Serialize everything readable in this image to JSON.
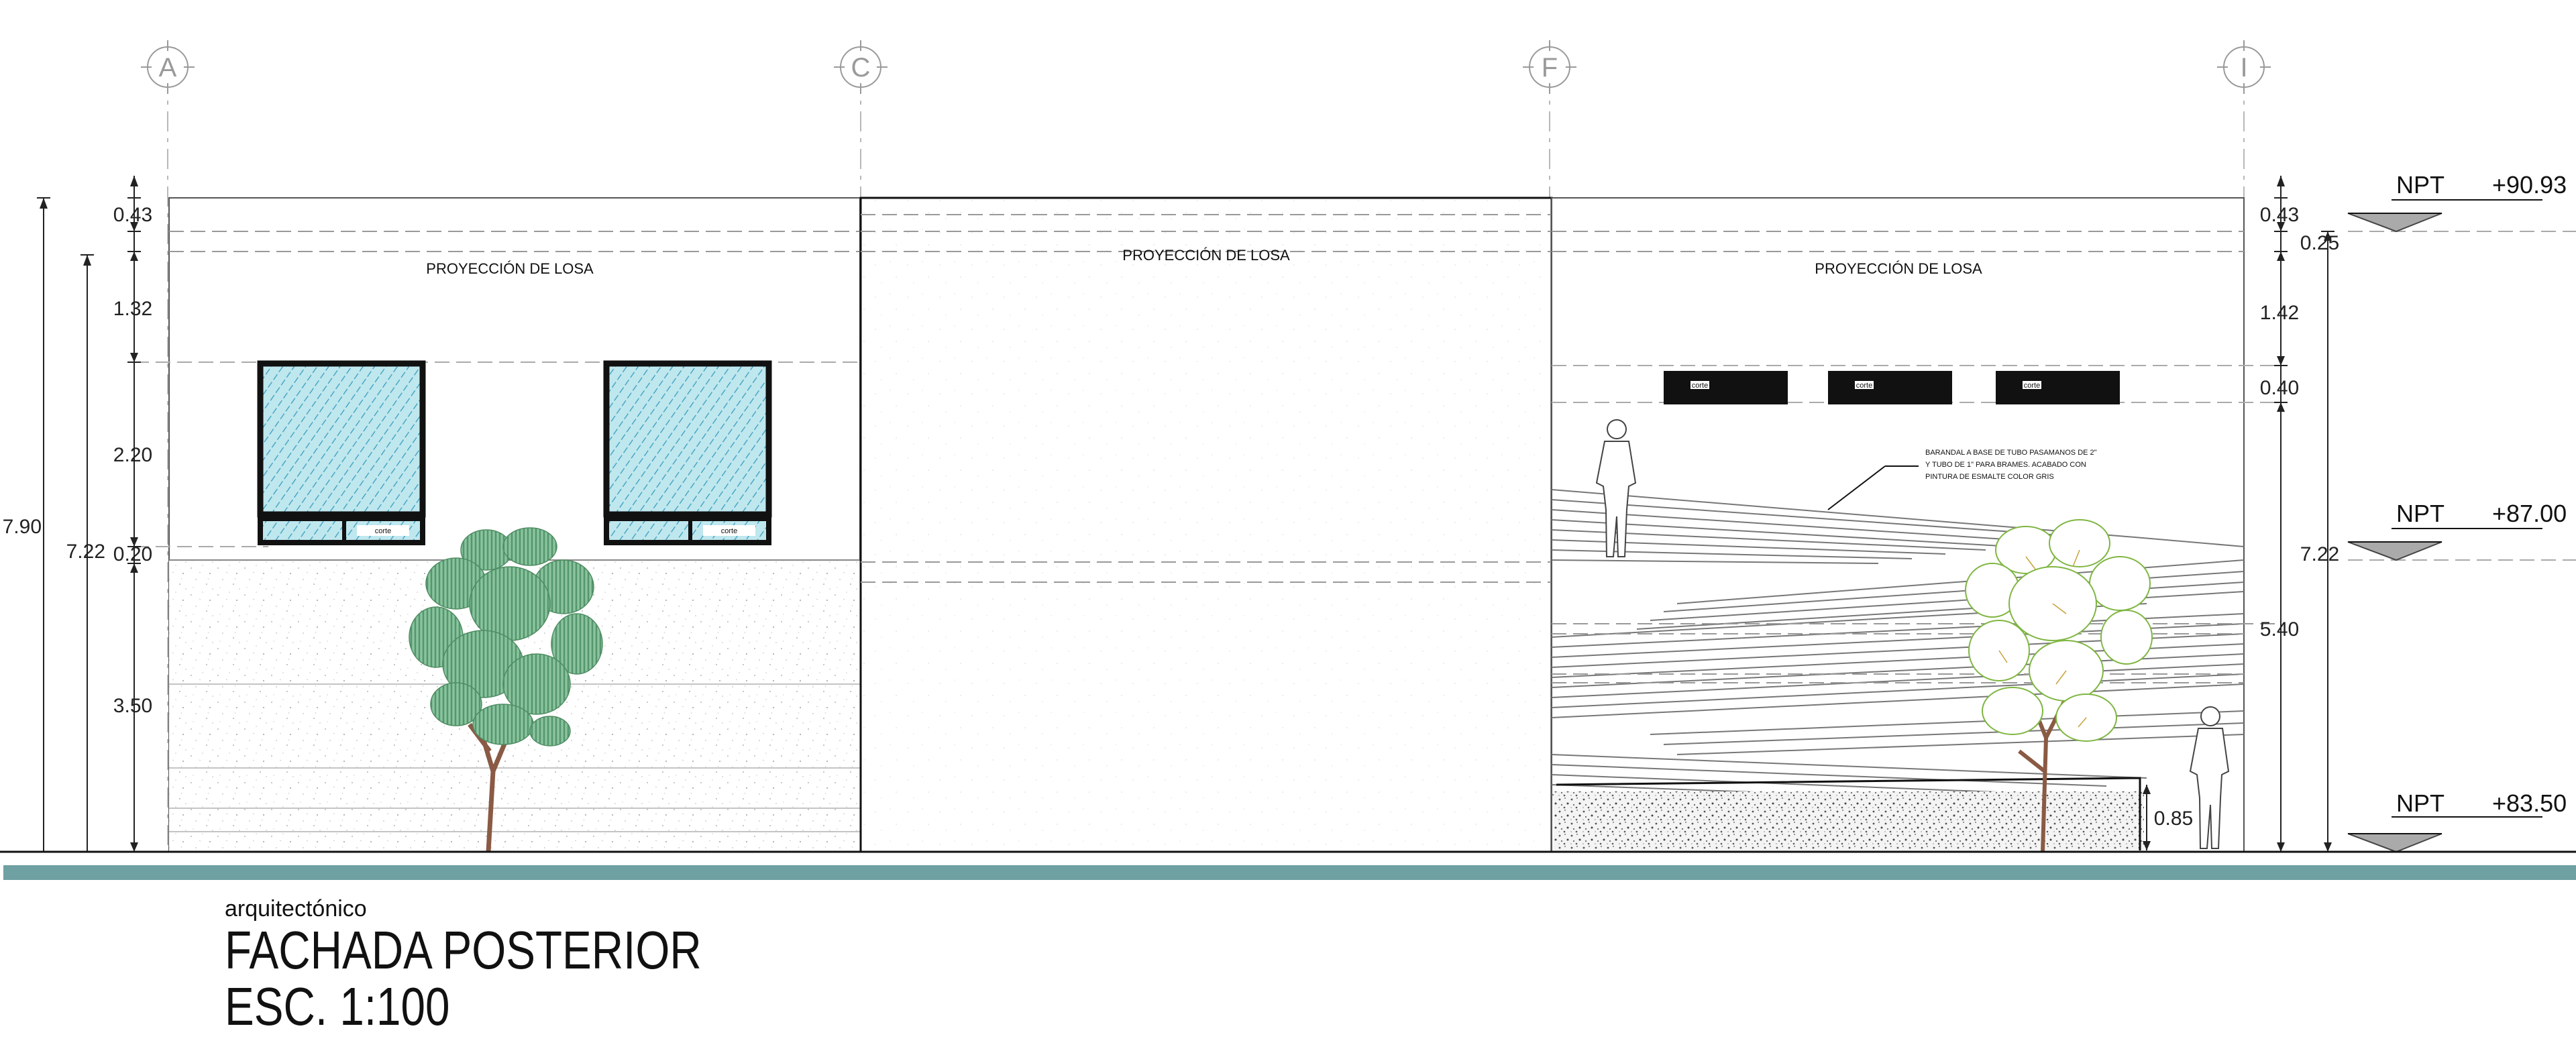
{
  "axes": [
    "A",
    "C",
    "F",
    "I"
  ],
  "annotations": {
    "losa_label": "PROYECCIÓN DE LOSA",
    "corte_label": "corte",
    "barandal_note": [
      "BARANDAL A BASE DE TUBO PASAMANOS DE 2\"",
      "Y TUBO DE 1\" PARA BRAMES. ACABADO CON",
      "PINTURA DE ESMALTE COLOR GRIS"
    ]
  },
  "dims_left": {
    "total_1": "7.90",
    "total_2": "7.22",
    "segments": [
      "0.43",
      "1.32",
      "2.20",
      "0.20",
      "3.50"
    ]
  },
  "dims_right": {
    "segments": [
      "0.43",
      "1.42",
      "0.40",
      "5.40"
    ],
    "side_1": "0.25",
    "side_2": "7.22",
    "rail_height": "0.85"
  },
  "levels": [
    {
      "label": "NPT",
      "value": "+90.93"
    },
    {
      "label": "NPT",
      "value": "+87.00"
    },
    {
      "label": "NPT",
      "value": "+83.50"
    }
  ],
  "title": {
    "subtitle": "arquitectónico",
    "name": "FACHADA POSTERIOR",
    "scale": "ESC. 1:100"
  },
  "colors": {
    "ground_band": "#6fa0a2",
    "glass": "#bfe7ee",
    "glass_hatch": "#4aa7c4",
    "tree_fill": "#79b790",
    "tree_trunk": "#8a5a44",
    "tree2_outline": "#7fb642",
    "panel_black": "#111111"
  }
}
